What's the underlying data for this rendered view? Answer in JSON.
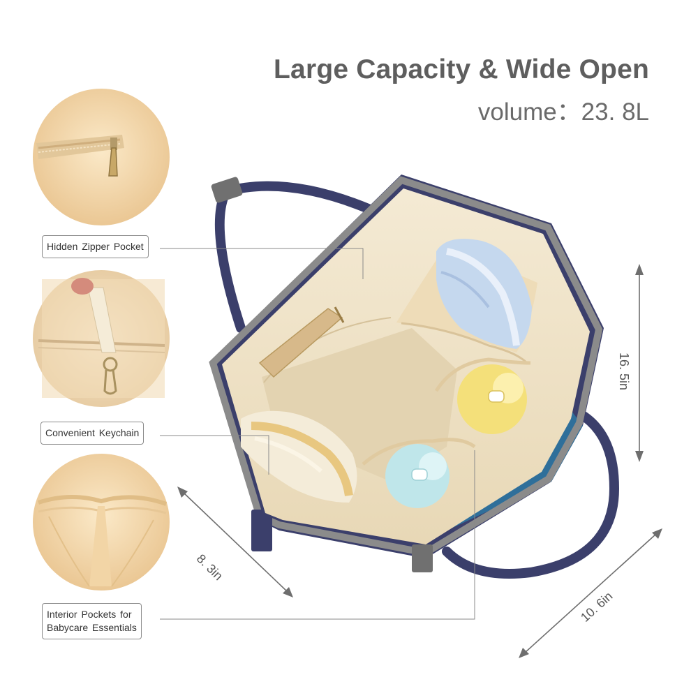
{
  "headline": {
    "title": "Large Capacity & Wide Open",
    "volume": "volume：23. 8L"
  },
  "callouts": [
    {
      "lines": [
        "Hidden Zipper Pocket"
      ]
    },
    {
      "lines": [
        "Convenient Keychain"
      ]
    },
    {
      "lines": [
        "Interior Pockets for",
        "Babycare Essentials"
      ]
    }
  ],
  "dimensions": {
    "height": "16. 5in",
    "depth": "8. 3in",
    "width": "10. 6in"
  },
  "colors": {
    "text_gray": "#5e5e5e",
    "bag_navy": "#3b3f6b",
    "bag_teal": "#2f6f9a",
    "lining_cream": "#efe3c8",
    "trim_gray": "#8b8b8b"
  }
}
